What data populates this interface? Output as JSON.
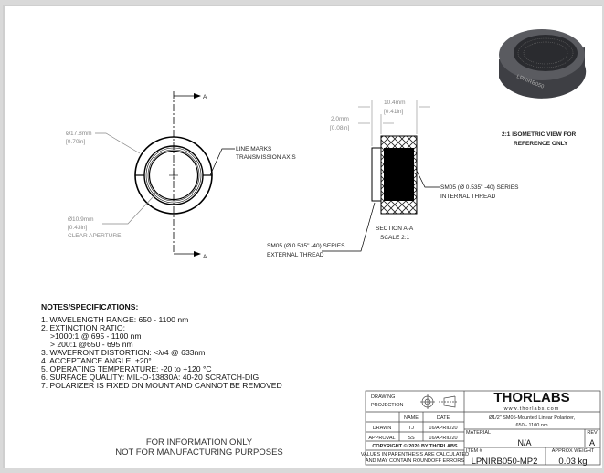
{
  "front_view": {
    "section_marker": "A",
    "section_marker_bottom": "A",
    "outer_diameter": "Ø17.8mm",
    "outer_diameter_in": "[0.70in]",
    "aperture_diameter": "Ø10.9mm",
    "aperture_diameter_in": "[0.43in]",
    "aperture_label": "CLEAR APERTURE",
    "line_marks_1": "LINE MARKS",
    "line_marks_2": "TRANSMISSION AXIS"
  },
  "section_view": {
    "length": "10.4mm",
    "length_in": "[0.41in]",
    "flange": "2.0mm",
    "flange_in": "[0.08in]",
    "internal_1": "SM05 (Ø 0.535\" -40) SERIES",
    "internal_2": "INTERNAL THREAD",
    "external_1": "SM05 (Ø 0.535\" -40) SERIES",
    "external_2": "EXTERNAL THREAD",
    "title_1": "SECTION A-A",
    "title_2": "SCALE 2:1"
  },
  "iso_view": {
    "caption_1": "2:1 ISOMETRIC VIEW FOR",
    "caption_2": "REFERENCE ONLY",
    "engraving": "LPNIRB050"
  },
  "notes": {
    "heading": "NOTES/SPECIFICATIONS:",
    "lines": [
      "1. WAVELENGTH RANGE: 650 - 1100 nm",
      "2. EXTINCTION RATIO:",
      "   >1000:1 @ 695 - 1100 nm",
      "   > 200:1  @650 - 695 nm",
      "3. WAVEFRONT DISTORTION: <λ/4 @ 633nm",
      "4. ACCEPTANCE ANGLE: ±20°",
      "5. OPERATING TEMPERATURE: -20 to +120 °C",
      "6. SURFACE QUALITY: MIL-O-13830A: 40-20 SCRATCH-DIG",
      "7. POLARIZER IS FIXED ON MOUNT AND CANNOT BE REMOVED"
    ]
  },
  "disclaimer": {
    "line_1": "FOR INFORMATION ONLY",
    "line_2": "NOT FOR MANUFACTURING PURPOSES"
  },
  "title_block": {
    "projection_1": "DRAWING",
    "projection_2": "PROJECTION",
    "name_hdr": "NAME",
    "date_hdr": "DATE",
    "drawn_lbl": "DRAWN",
    "drawn_name": "TJ",
    "drawn_date": "16/APRIL/20",
    "approval_lbl": "APPROVAL",
    "approval_name": "SS",
    "approval_date": "16/APRIL/20",
    "copyright": "COPYRIGHT © 2020 BY THORLABS",
    "values_1": "VALUES IN PARENTHESIS ARE CALCULATED",
    "values_2": "AND MAY CONTAIN ROUNDOFF ERRORS",
    "logo": "THORLABS",
    "website": "www.thorlabs.com",
    "description_1": "Ø1/2\" SM05-Mounted Linear Polarizer,",
    "description_2": "650 - 1100 nm",
    "material_lbl": "MATERIAL",
    "material": "N/A",
    "rev_lbl": "REV",
    "rev": "A",
    "item_lbl": "ITEM #",
    "item": "LPNIRB050-MP2",
    "weight_lbl": "APPROX WEIGHT",
    "weight": "0.03 kg"
  }
}
